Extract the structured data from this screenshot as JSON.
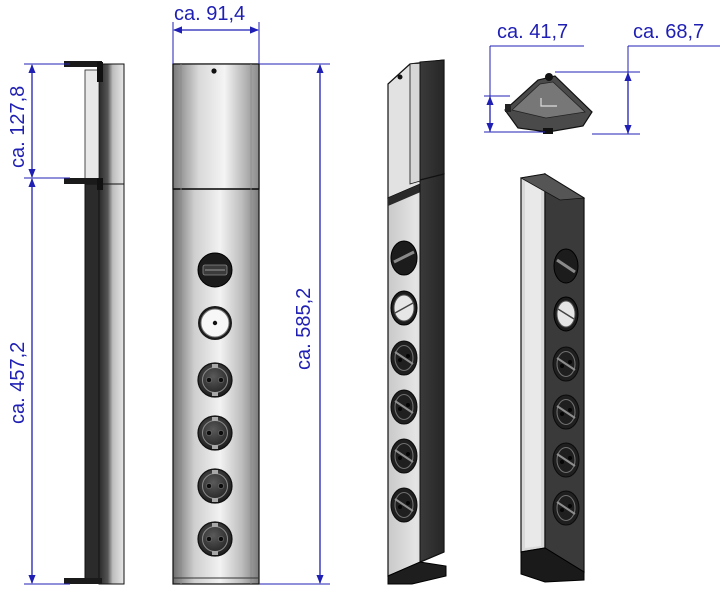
{
  "colors": {
    "dimension": "#1f1fb4",
    "body_light": "#d8d8d8",
    "body_mid": "#9a9a9a",
    "body_dark": "#2e2e2e",
    "outline": "#111111"
  },
  "dimensions": {
    "top_length": "ca. 127,8",
    "bottom_length": "ca. 457,2",
    "width": "ca. 91,4",
    "total_length": "ca. 585,2",
    "profile_height": "ca. 41,7",
    "profile_width": "ca. 68,7"
  },
  "front_view": {
    "modules": [
      "switch",
      "lamp",
      "socket",
      "socket",
      "socket",
      "socket"
    ]
  }
}
